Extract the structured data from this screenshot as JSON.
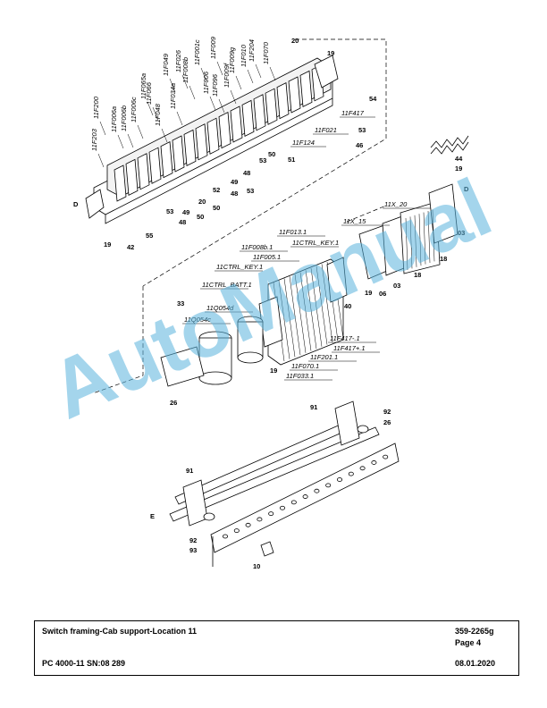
{
  "watermark": "AutoManual",
  "diagram": {
    "callouts": [
      "20",
      "19",
      "54",
      "53",
      "46",
      "51",
      "50",
      "53",
      "48",
      "53",
      "49",
      "48",
      "52",
      "20",
      "50",
      "50",
      "48",
      "49",
      "53",
      "55",
      "19",
      "42",
      "44",
      "19",
      "03",
      "18",
      "03",
      "18",
      "19",
      "06",
      "40",
      "33",
      "19",
      "26",
      "91",
      "92",
      "26",
      "91",
      "92",
      "93",
      "10"
    ],
    "fuse_labels": [
      "11F203",
      "11F200",
      "11F006a",
      "11F006b",
      "11F006c",
      "11F065a",
      "11F066",
      "11F048",
      "11F049",
      "11F034a",
      "11F008b",
      "11F026",
      "11F006",
      "11F001c",
      "11F096",
      "11F009",
      "11F009f",
      "11F009g",
      "11F010",
      "11F204",
      "11F070",
      "11F417",
      "11F021",
      "11F124"
    ],
    "module_labels": [
      "11X_20",
      "11X_15",
      "11F013.1",
      "11CTRL_KEY.1",
      "11F008b.1",
      "11F005.1",
      "11CTRL_KEY.1",
      "11CTRL_BATT.1",
      "11Q054d",
      "11Q054c",
      "11F417-.1",
      "11F417+.1",
      "11F201.1",
      "11F070.1",
      "11F033.1"
    ],
    "view_letters": [
      "D",
      "D",
      "E"
    ]
  },
  "footer": {
    "title": "Switch framing-Cab support-Location 11",
    "doc_number": "359-2265g",
    "page": "Page 4",
    "model": "PC 4000-11 SN:08 289",
    "date": "08.01.2020"
  }
}
